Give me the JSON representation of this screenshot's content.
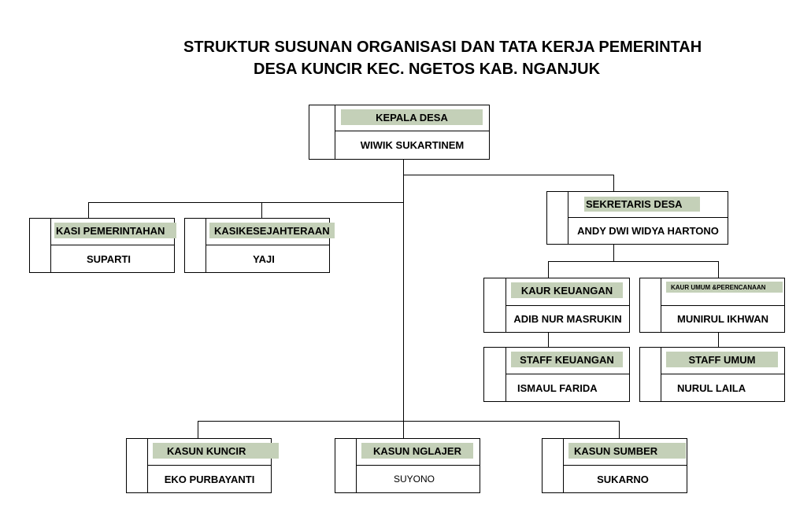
{
  "title": {
    "line1": "STRUKTUR SUSUNAN ORGANISASI DAN TATA KERJA PEMERINTAH",
    "line2": "DESA KUNCIR KEC. NGETOS KAB. NGANJUK"
  },
  "nodes": {
    "kepala_desa": {
      "role": "KEPALA DESA",
      "name": "WIWIK  SUKARTINEM"
    },
    "sekretaris_desa": {
      "role": "SEKRETARIS DESA",
      "name": "ANDY DWI WIDYA HARTONO"
    },
    "kasi_pemerintahan": {
      "role": "KASI PEMERINTAHAN",
      "name": "SUPARTI"
    },
    "kasi_kesejahteraan": {
      "role": "KASIKESEJAHTERAAN",
      "name": "YAJI"
    },
    "kaur_keuangan": {
      "role": "KAUR KEUANGAN",
      "name": "ADIB NUR MASRUKIN"
    },
    "kaur_umum": {
      "role": "KAUR UMUM &PERENCANAAN",
      "name": "MUNIRUL IKHWAN"
    },
    "staff_keuangan": {
      "role": "STAFF KEUANGAN",
      "name": "ISMAUL FARIDA"
    },
    "staff_umum": {
      "role": "STAFF UMUM",
      "name": "NURUL LAILA"
    },
    "kasun_kuncir": {
      "role": "KASUN  KUNCIR",
      "name": "EKO PURBAYANTI"
    },
    "kasun_nglajer": {
      "role": "KASUN  NGLAJER",
      "name": "SUYONO"
    },
    "kasun_sumber": {
      "role": "KASUN   SUMBER",
      "name": "SUKARNO"
    }
  },
  "colors": {
    "role_fill": "#c4d0b8",
    "line": "#000000"
  }
}
